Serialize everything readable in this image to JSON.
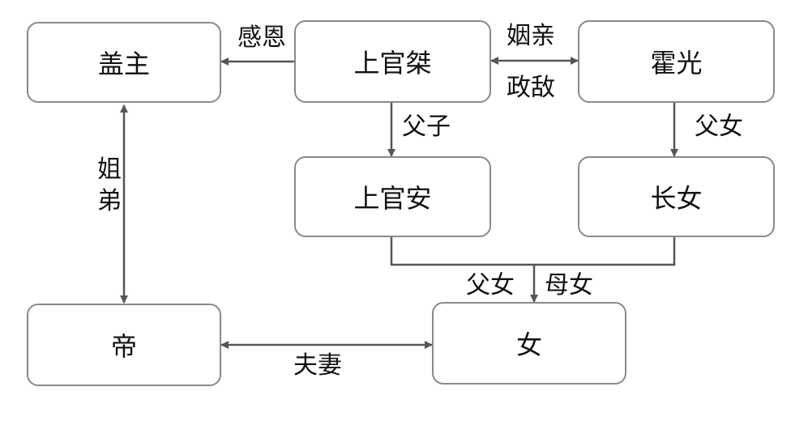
{
  "nodes": {
    "gaizhu": "盖主",
    "shangguanjie": "上官桀",
    "huoguang": "霍光",
    "shangguanan": "上官安",
    "zhangnv": "长女",
    "di": "帝",
    "nv": "女"
  },
  "edges": {
    "gan_en": "感恩",
    "yin_qin": "姻亲",
    "zheng_di": "政敌",
    "fu_zi": "父子",
    "fu_nv_huo": "父女",
    "jie_di": "姐弟",
    "fu_nv_an": "父女",
    "mu_nv": "母女",
    "fu_qi": "夫妻"
  },
  "colors": {
    "box_border": "#8a8a8a",
    "line": "#555555",
    "text": "#111111"
  }
}
